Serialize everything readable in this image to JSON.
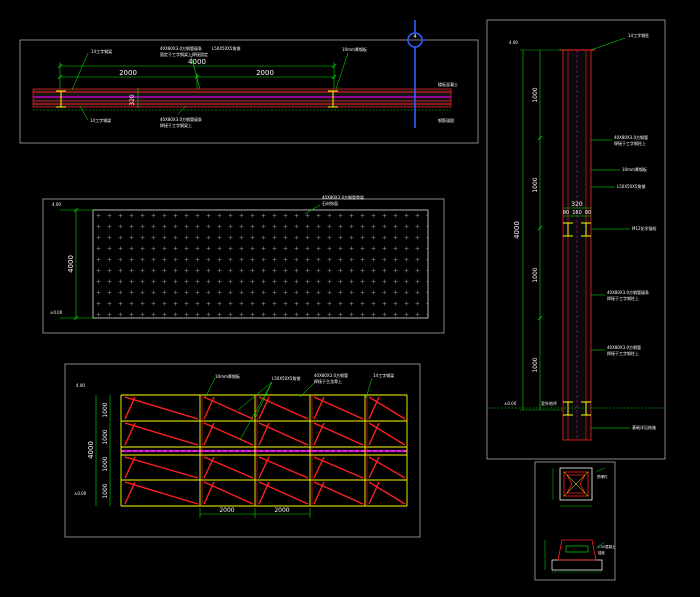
{
  "colors": {
    "background": "#000000",
    "frame": "#a8a8a8",
    "dimension": "#00e000",
    "steel": "#ff2020",
    "purlin": "#c000c0",
    "beam_edge": "#ffff00",
    "leader": "#00ff00",
    "axis": "#3060ff",
    "text": "#ffffff"
  },
  "section_marker": {
    "number": "4"
  },
  "top_elevation": {
    "span_total": "4000",
    "span_left": "2000",
    "span_right": "2000",
    "height": "320",
    "beam_tag_left": "14工字钢梁",
    "beam_tag_bottom": "14工字钢梁",
    "purlin_note_1": "40X80X3.0方钢管檩条",
    "purlin_note_2": "固定于工字钢梁上焊接固定",
    "sheet_note": "L50X50X5角钢",
    "gusset_note": "10mm厚钢板",
    "support_note_1": "40X80X3.0方钢管檩条",
    "support_note_2": "焊接于工字钢梁上",
    "right_tag_top": "楼板混凝土",
    "right_tag_bottom": "钢筋锚固"
  },
  "plan_panel": {
    "level_top": "4.00",
    "level_bottom": "±0.00",
    "height": "4000",
    "note_1": "40X80X3.0方钢管骨架",
    "note_2": "石材饰面"
  },
  "framing_plan": {
    "level_top": "4.00",
    "level_bottom": "±0.00",
    "height": "4000",
    "rows": [
      "1000",
      "1000",
      "1000",
      "1000"
    ],
    "span_left": "2000",
    "span_right": "2000",
    "note_1": "10mm厚钢板",
    "note_2": "L50X50X5角钢",
    "note_3": "40X80X3.0方钢管",
    "note_4": "焊接于主龙骨上",
    "note_5": "14工字钢梁"
  },
  "column_section": {
    "top_level": "4.00",
    "ground_level": "±0.00",
    "height": "4000",
    "segments": [
      "1000",
      "1000",
      "1000",
      "1000"
    ],
    "width": "320",
    "sub_widths": [
      "80",
      "160",
      "80"
    ],
    "top_note": "14工字钢柱",
    "note_1": "40X80X3.0方钢管",
    "note_2": "焊接于工字钢柱上",
    "note_3": "10mm厚钢板",
    "note_4": "L50X50X5角钢",
    "note_5": "M12化学锚栓",
    "note_6": "40X80X3.0方钢管檩条",
    "note_7": "焊接于工字钢柱上",
    "note_8": "40X80X3.0方钢管",
    "note_9": "焊接于工字钢柱上",
    "ground_note": "室外地坪",
    "base_note": "基础详见结施"
  },
  "footing_detail": {
    "note_1": "预埋件",
    "note_2": "C30混凝土",
    "note_3": "锚栓"
  }
}
